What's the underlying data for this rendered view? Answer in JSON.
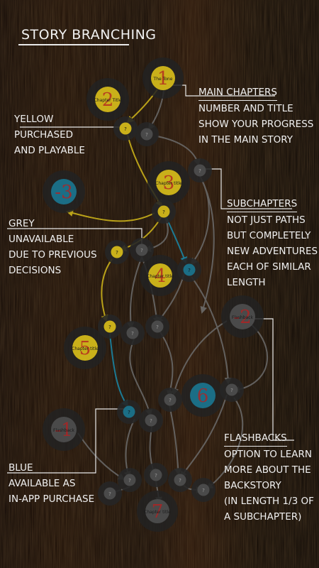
{
  "title": "STORY BRANCHING",
  "callouts": {
    "main": {
      "heading": "MAIN CHAPTERS",
      "lines": [
        "NUMBER AND TITLE",
        "SHOW YOUR PROGRESS",
        "IN THE MAIN STORY"
      ]
    },
    "yellow": {
      "heading": "YELLOW",
      "lines": [
        "PURCHASED",
        "AND PLAYABLE"
      ]
    },
    "grey": {
      "heading": "GREY",
      "lines": [
        "UNAVAILABLE",
        "DUE TO PREVIOUS",
        "DECISIONS"
      ]
    },
    "sub": {
      "heading": "SUBCHAPTERS",
      "lines": [
        "NOT JUST PATHS",
        "BUT COMPLETELY",
        "NEW ADVENTURES",
        "EACH OF SIMILAR",
        "LENGTH"
      ]
    },
    "flash": {
      "heading": "FLASHBACKS",
      "lines": [
        "OPTION TO LEARN",
        "MORE ABOUT THE",
        "BACKSTORY",
        "(IN LENGTH 1/3 OF",
        "A SUBCHAPTER)"
      ]
    },
    "blue": {
      "heading": "BLUE",
      "lines": [
        "AVAILABLE AS",
        "IN-APP PURCHASE"
      ]
    }
  },
  "colors": {
    "yellow": "#c9b01a",
    "grey": "#4a4a4a",
    "blue": "#1b6e86",
    "red_number": "#b32222"
  },
  "chapters": [
    {
      "number": "1",
      "title": "The Tone",
      "status": "yellow"
    },
    {
      "number": "2",
      "title": "Chapter Title",
      "status": "yellow"
    },
    {
      "number": "3",
      "title": "Chapter title",
      "status": "yellow"
    },
    {
      "number": "4",
      "title": "Chapter title",
      "status": "yellow"
    },
    {
      "number": "5",
      "title": "Chapter title",
      "status": "yellow"
    },
    {
      "number": "6",
      "title": "",
      "status": "blue"
    },
    {
      "number": "7",
      "title": "Chapter title",
      "status": "grey"
    }
  ],
  "flashbacks": [
    {
      "number": "-1",
      "title": "Flashback",
      "status": "grey"
    },
    {
      "number": "-2",
      "title": "Flashback",
      "status": "grey"
    },
    {
      "number": "-3",
      "title": "",
      "status": "blue"
    }
  ],
  "subchapter_label": "?"
}
